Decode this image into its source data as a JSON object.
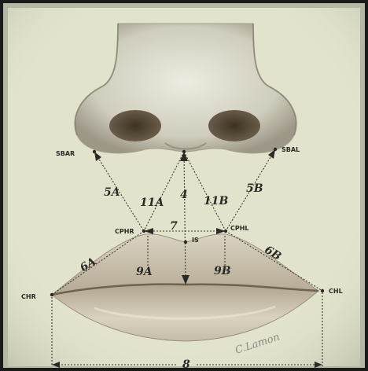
{
  "diagram": {
    "colors": {
      "paper": "#e1e3cc",
      "ink": "#2b2a26",
      "skin_shadow": "#8e8674",
      "lip": "#cbbfa9"
    },
    "points": [
      {
        "id": "SBAR",
        "label": "SBAR"
      },
      {
        "id": "SBAL",
        "label": "SBAL"
      },
      {
        "id": "CPHR",
        "label": "CPHR"
      },
      {
        "id": "CPHL",
        "label": "CPHL"
      },
      {
        "id": "IS",
        "label": "IS"
      },
      {
        "id": "CHR",
        "label": "CHR"
      },
      {
        "id": "CHL",
        "label": "CHL"
      }
    ],
    "measurements": [
      {
        "id": "5A",
        "label": "5A"
      },
      {
        "id": "11A",
        "label": "11A"
      },
      {
        "id": "4",
        "label": "4"
      },
      {
        "id": "11B",
        "label": "11B"
      },
      {
        "id": "5B",
        "label": "5B"
      },
      {
        "id": "7",
        "label": "7"
      },
      {
        "id": "6A",
        "label": "6A"
      },
      {
        "id": "6B",
        "label": "6B"
      },
      {
        "id": "9A",
        "label": "9A"
      },
      {
        "id": "9B",
        "label": "9B"
      },
      {
        "id": "8",
        "label": "8"
      }
    ],
    "signature": "C.Lamon"
  }
}
